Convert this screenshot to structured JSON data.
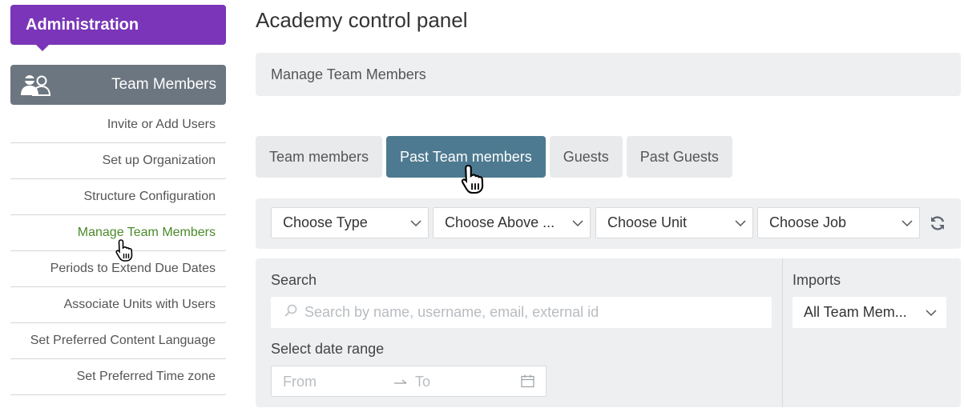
{
  "sidebar": {
    "admin_title": "Administration",
    "section_title": "Team Members",
    "section_icon": "team-people-icon",
    "items": [
      {
        "label": "Invite or Add Users"
      },
      {
        "label": "Set up Organization"
      },
      {
        "label": "Structure Configuration"
      },
      {
        "label": "Manage Team Members",
        "active": true
      },
      {
        "label": "Periods to Extend Due Dates"
      },
      {
        "label": "Associate Units with Users"
      },
      {
        "label": "Set Preferred Content Language"
      },
      {
        "label": "Set Preferred Time zone"
      }
    ]
  },
  "main": {
    "title": "Academy control panel",
    "subheader": "Manage Team Members",
    "tabs": [
      {
        "label": "Team members"
      },
      {
        "label": "Past Team members",
        "active": true
      },
      {
        "label": "Guests"
      },
      {
        "label": "Past Guests"
      }
    ],
    "filters": [
      {
        "label": "Choose Type"
      },
      {
        "label": "Choose Above ..."
      },
      {
        "label": "Choose Unit"
      },
      {
        "label": "Choose Job"
      }
    ],
    "search": {
      "label": "Search",
      "placeholder": "Search by name, username, email, external id"
    },
    "imports": {
      "label": "Imports",
      "value": "All Team Mem..."
    },
    "date_range": {
      "label": "Select date range",
      "from_placeholder": "From",
      "to_placeholder": "To"
    }
  },
  "colors": {
    "admin_purple": "#7a35b8",
    "section_gray": "#6b7680",
    "active_tab": "#4d7a90",
    "active_link": "#4a8a2a"
  }
}
